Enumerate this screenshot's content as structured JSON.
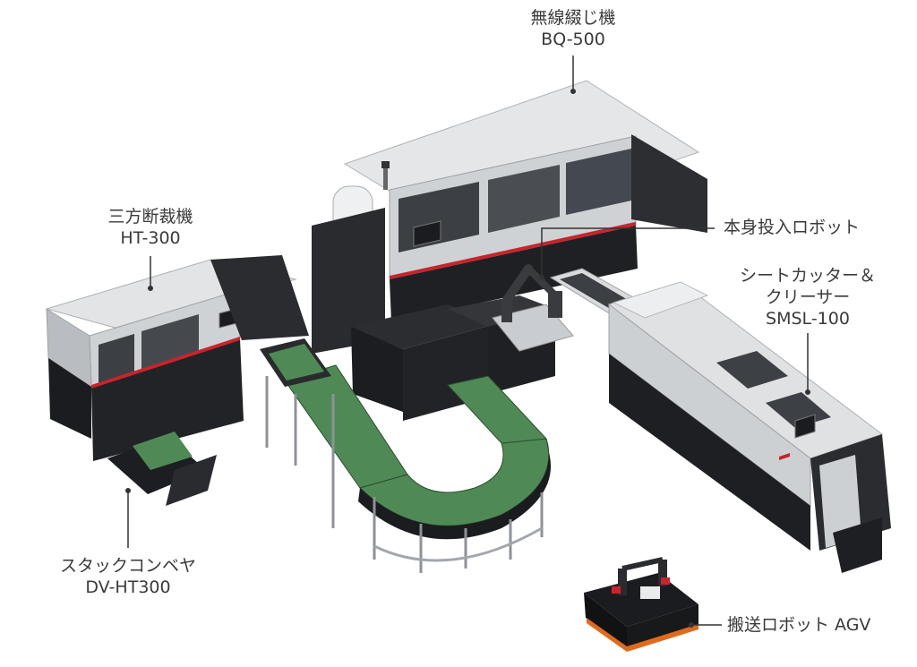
{
  "labels": {
    "binder": {
      "name": "無線綴じ機",
      "model": "BQ-500"
    },
    "trimmer": {
      "name": "三方断裁機",
      "model": "HT-300"
    },
    "robot_arm": {
      "name": "本身投入ロボット"
    },
    "cutter": {
      "line1": "シートカッター＆",
      "line2": "クリーサー",
      "model": "SMSL-100"
    },
    "stacker": {
      "name": "スタックコンベヤ",
      "model": "DV-HT300"
    },
    "agv": {
      "name": "搬送ロボット AGV"
    }
  },
  "colors": {
    "machine_light": "#dcdee0",
    "machine_mid": "#c5c8cb",
    "machine_dark": "#1d1e21",
    "conveyor_green": "#4f8a56",
    "accent_red": "#c8242b",
    "agv_orange": "#e06a1c",
    "leader_line": "#333333",
    "text": "#3a3a3a"
  }
}
